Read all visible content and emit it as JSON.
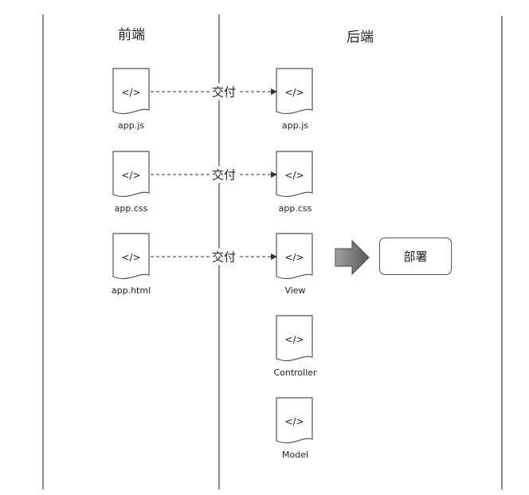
{
  "lanes": {
    "frontend_title": "前端",
    "backend_title": "后端"
  },
  "frontend_docs": [
    {
      "label": "app.js",
      "icon": "code-file-icon",
      "glyph": "</>"
    },
    {
      "label": "app.css",
      "icon": "code-file-icon",
      "glyph": "</>"
    },
    {
      "label": "app.html",
      "icon": "code-file-icon",
      "glyph": "</>"
    }
  ],
  "backend_docs": [
    {
      "label": "app.js",
      "icon": "code-file-icon",
      "glyph": "</>"
    },
    {
      "label": "app.css",
      "icon": "code-file-icon",
      "glyph": "</>"
    },
    {
      "label": "View",
      "icon": "code-file-icon",
      "glyph": "</>"
    },
    {
      "label": "Controller",
      "icon": "code-file-icon",
      "glyph": "</>"
    },
    {
      "label": "Model",
      "icon": "code-file-icon",
      "glyph": "</>"
    }
  ],
  "connectors": [
    {
      "label": "交付",
      "from": "app.js",
      "to": "app.js"
    },
    {
      "label": "交付",
      "from": "app.css",
      "to": "app.css"
    },
    {
      "label": "交付",
      "from": "app.html",
      "to": "View"
    }
  ],
  "deploy": {
    "label": "部署",
    "arrow_icon": "right-arrow-icon"
  },
  "colors": {
    "line": "#555555",
    "arrow_fill_light": "#9a9a9a",
    "arrow_fill_dark": "#5e5e5e"
  }
}
